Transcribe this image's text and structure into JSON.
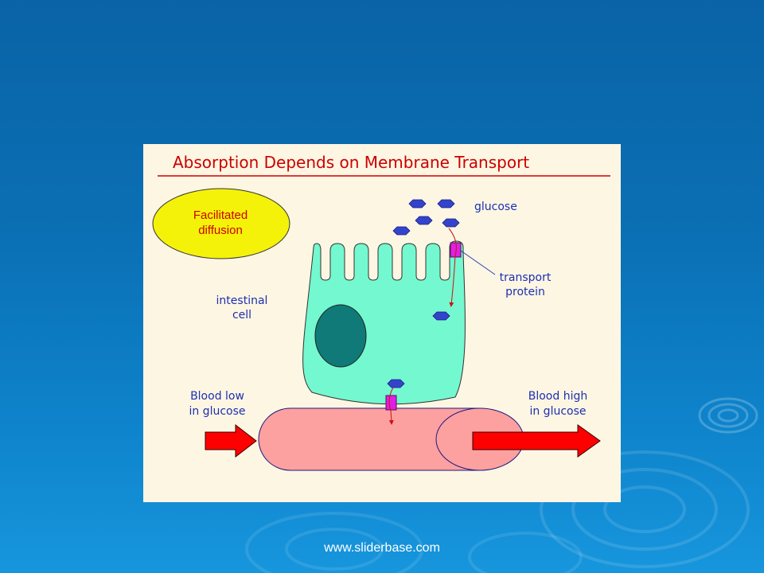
{
  "slide": {
    "title": "Absorption Depends on Membrane Transport",
    "process_label_line1": "Facilitated",
    "process_label_line2": "diffusion",
    "glucose_label": "glucose",
    "transport_protein_line1": "transport",
    "transport_protein_line2": "protein",
    "cell_label_line1": "intestinal",
    "cell_label_line2": "cell",
    "blood_low_line1": "Blood low",
    "blood_low_line2": "in glucose",
    "blood_high_line1": "Blood high",
    "blood_high_line2": "in glucose"
  },
  "footer": {
    "url": "www.sliderbase.com"
  },
  "colors": {
    "title_red": "#cc0000",
    "ellipse_yellow": "#f5f20a",
    "cell_green": "#74f8cf",
    "nucleus_teal": "#0f7a78",
    "glucose_blue": "#3344cc",
    "protein_magenta": "#e020e0",
    "vessel_pink": "#fda0a0",
    "arrow_red": "#ff0000",
    "label_blue": "#1e2fb0"
  }
}
